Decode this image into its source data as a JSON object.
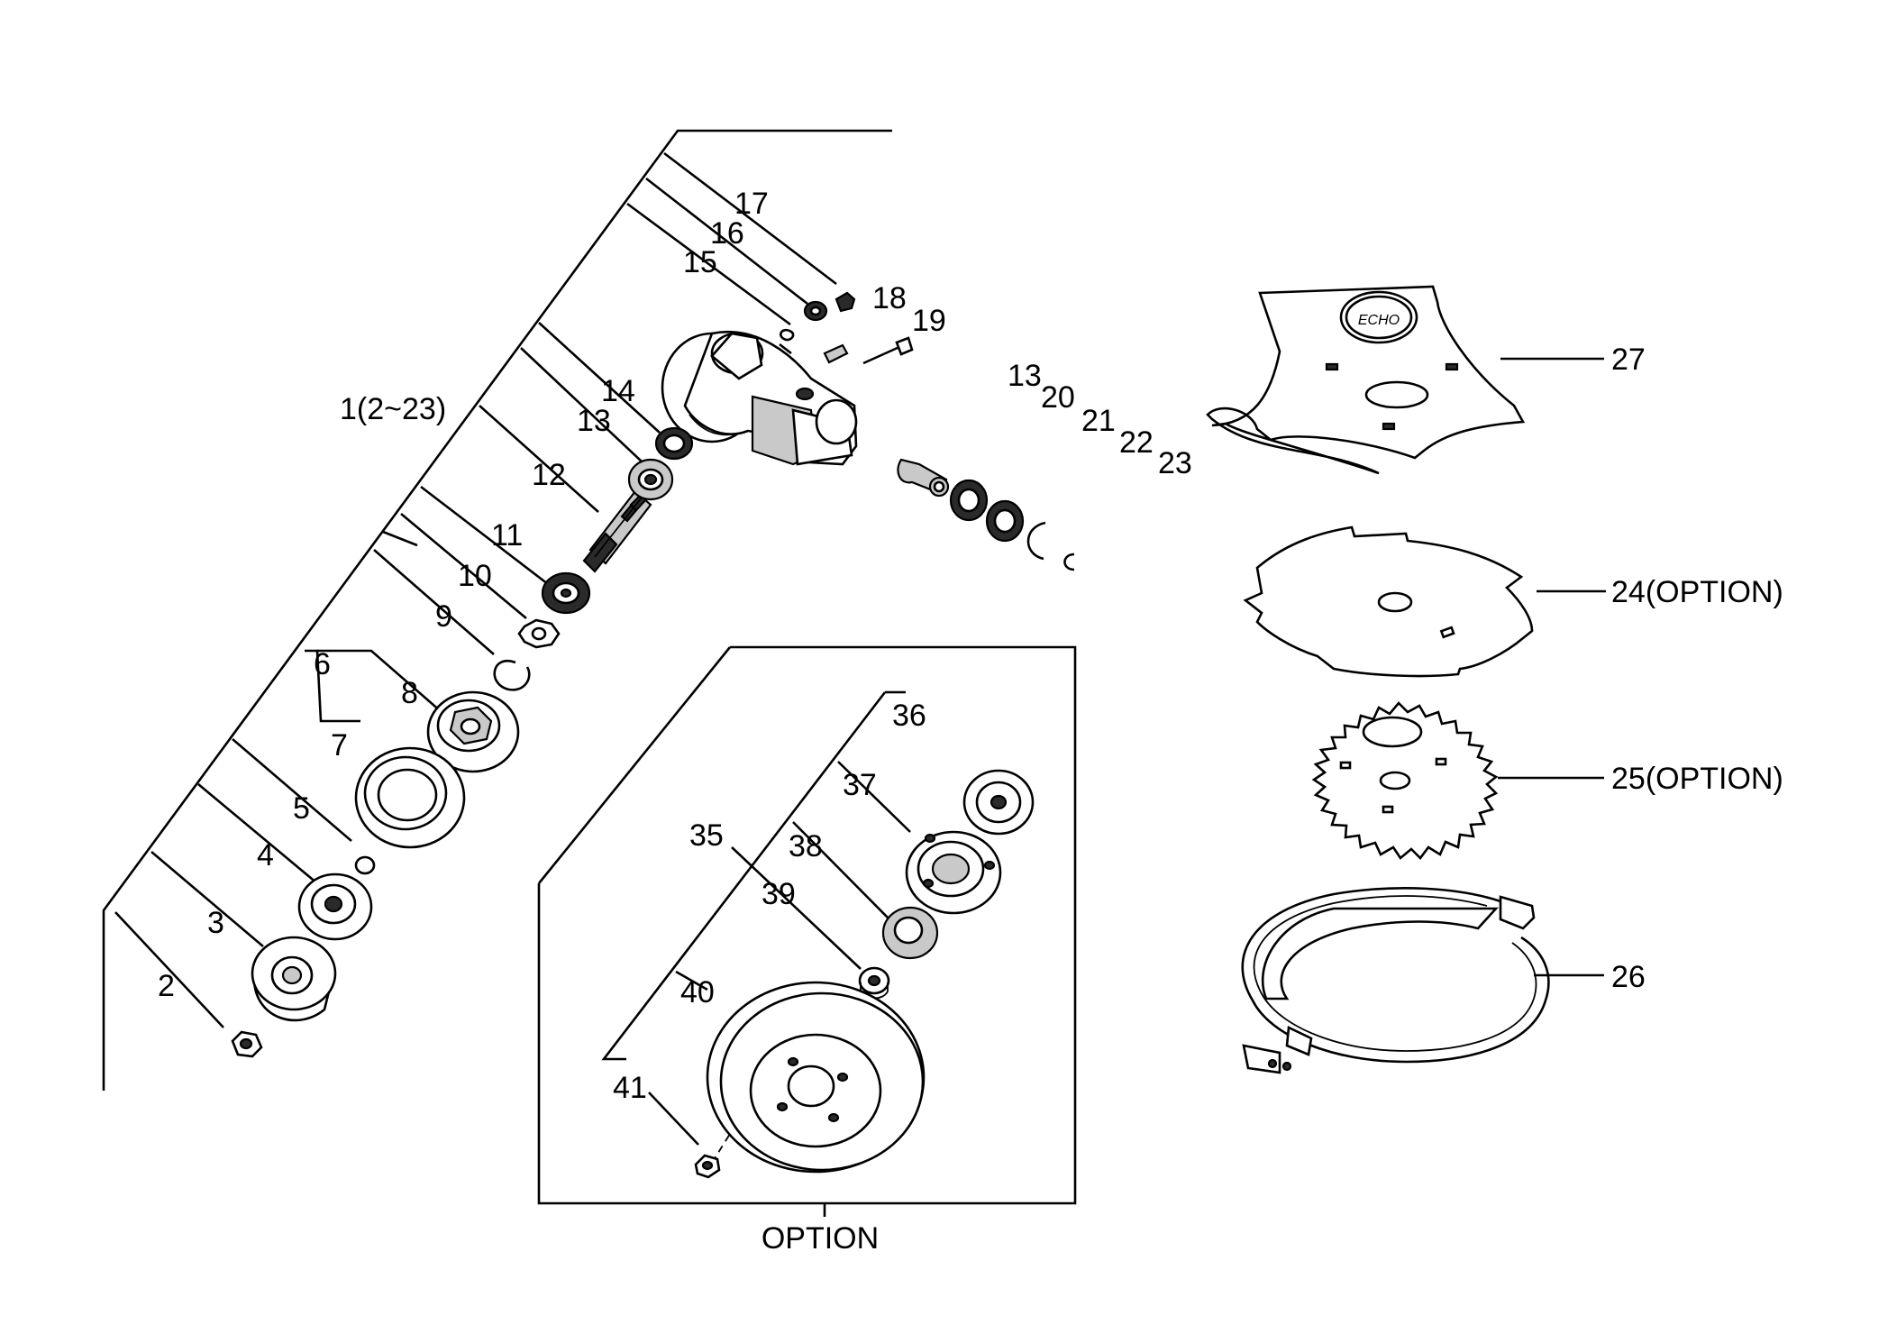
{
  "labels": {
    "p1": "1(2~23)",
    "p2": "2",
    "p3": "3",
    "p4": "4",
    "p5": "5",
    "p6": "6",
    "p7": "7",
    "p8": "8",
    "p9": "9",
    "p10": "10",
    "p11": "11",
    "p12": "12",
    "p13a": "13",
    "p14": "14",
    "p15": "15",
    "p16": "16",
    "p17": "17",
    "p18": "18",
    "p19": "19",
    "p13b": "13",
    "p20": "20",
    "p21": "21",
    "p22": "22",
    "p23": "23",
    "p24": "24(OPTION)",
    "p25": "25(OPTION)",
    "p26": "26",
    "p27": "27",
    "p35": "35",
    "p36": "36",
    "p37": "37",
    "p38": "38",
    "p39": "39",
    "p40": "40",
    "p41": "41",
    "option_caption": "OPTION"
  }
}
